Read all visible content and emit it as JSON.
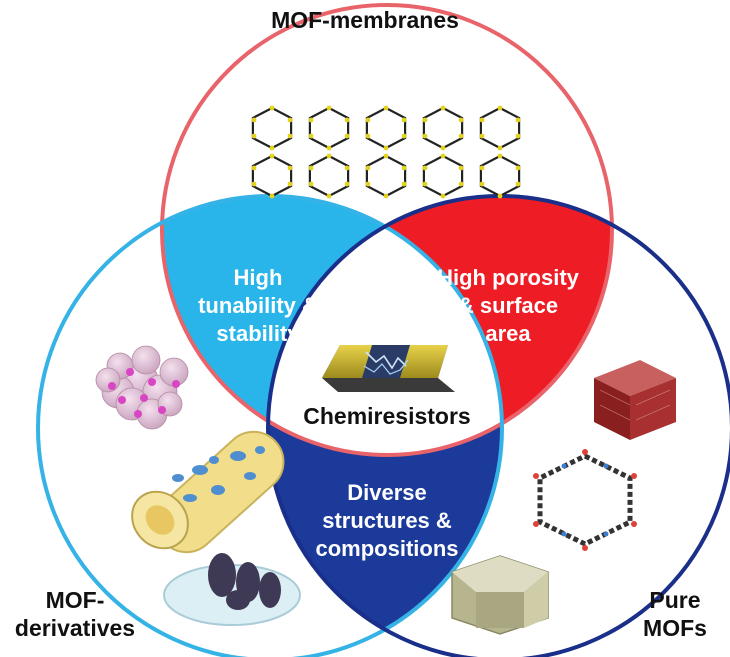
{
  "sets": {
    "top": {
      "label": "MOF-membranes",
      "color": "#e8646a"
    },
    "left": {
      "label_line1": "MOF-",
      "label_line2": "derivatives",
      "color": "#35b3e6"
    },
    "right": {
      "label_line1": "Pure",
      "label_line2": "MOFs",
      "color": "#1a2f8a"
    }
  },
  "overlaps": {
    "top_left": {
      "line1": "High",
      "line2": "tunability &",
      "line3": "stability",
      "color": "#29b5ea"
    },
    "top_right": {
      "line1": "High porosity",
      "line2": "& surface",
      "line3": "area",
      "color": "#ee1c24"
    },
    "left_right": {
      "line1": "Diverse",
      "line2": "structures &",
      "line3": "compositions",
      "color": "#1b3a9a"
    }
  },
  "center": {
    "label": "Chemiresistors"
  },
  "icons": {
    "membrane": "mof-lattice-icon",
    "device": "chemiresistor-device-icon",
    "derivatives": [
      "nanoparticle-cluster-icon",
      "nanotube-icon",
      "carbon-composite-icon"
    ],
    "pure": [
      "crystal-cube-icon",
      "hexagonal-framework-icon",
      "rhombic-dodecahedron-icon"
    ]
  }
}
